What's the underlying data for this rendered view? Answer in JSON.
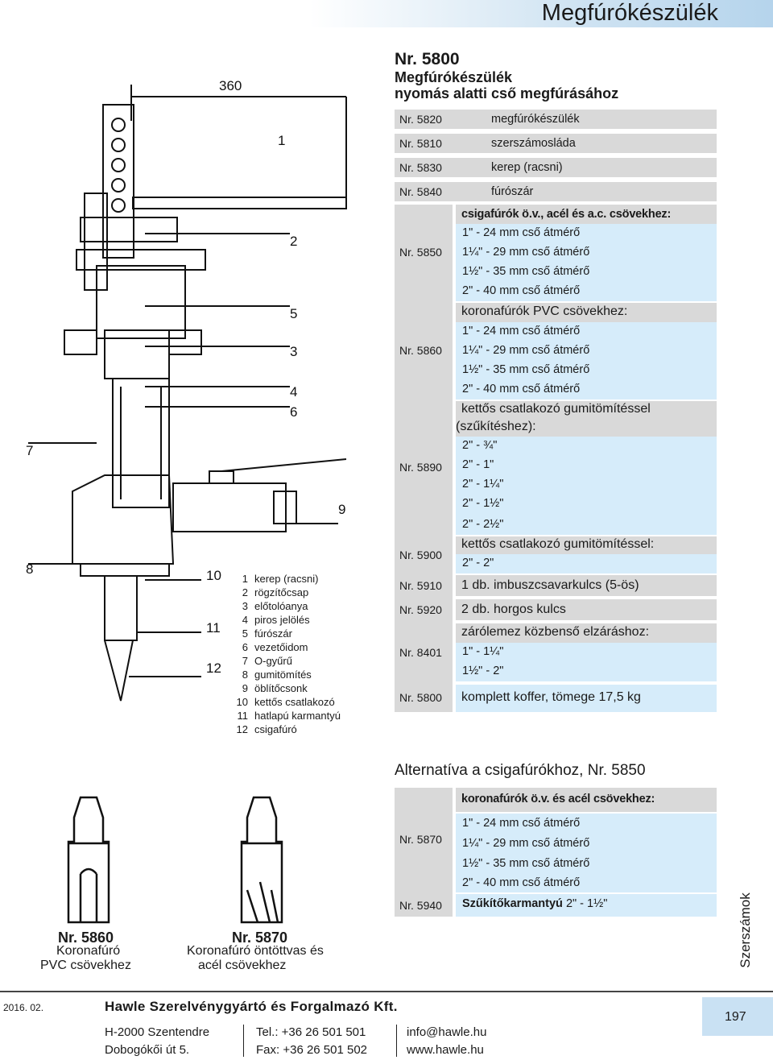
{
  "header": {
    "title": "Megfúrókészülék"
  },
  "product": {
    "nr": "Nr. 5800",
    "title_line1": "Megfúrókészülék",
    "title_line2": "nyomás alatti cső megfúrásához"
  },
  "drawing": {
    "dimension": "360",
    "callouts": [
      "1",
      "2",
      "5",
      "3",
      "4",
      "6",
      "7",
      "8",
      "9",
      "10",
      "11",
      "12"
    ]
  },
  "legend": [
    {
      "n": "1",
      "text": "kerep (racsni)"
    },
    {
      "n": "2",
      "text": "rögzítőcsap"
    },
    {
      "n": "3",
      "text": "előtolóanya"
    },
    {
      "n": "4",
      "text": "piros jelölés"
    },
    {
      "n": "5",
      "text": "fúrószár"
    },
    {
      "n": "6",
      "text": "vezetőidom"
    },
    {
      "n": "7",
      "text": "O-gyűrű"
    },
    {
      "n": "8",
      "text": "gumitömítés"
    },
    {
      "n": "9",
      "text": "öblítőcsonk"
    },
    {
      "n": "10",
      "text": "kettős csatlakozó"
    },
    {
      "n": "11",
      "text": "hatlapú karmantyú"
    },
    {
      "n": "12",
      "text": "csigafúró"
    }
  ],
  "parts": [
    {
      "nr": "Nr. 5820",
      "desc": "megfúrókészülék"
    },
    {
      "nr": "Nr. 5810",
      "desc": "szerszámosláda"
    },
    {
      "nr": "Nr. 5830",
      "desc": "kerep (racsni)"
    },
    {
      "nr": "Nr. 5840",
      "desc": "fúrószár"
    }
  ],
  "s5850": {
    "nr": "Nr. 5850",
    "heading": "csigafúrók ö.v., acél és a.c. csövekhez:",
    "items": [
      "1\"  - 24 mm cső átmérő",
      "1¼\" - 29 mm cső átmérő",
      "1½\" - 35 mm cső átmérő",
      "2\"  - 40 mm cső átmérő"
    ]
  },
  "s5860": {
    "nr": "Nr. 5860",
    "heading": "koronafúrók PVC csövekhez:",
    "items": [
      "1\"  - 24 mm cső átmérő",
      "1¼\" - 29 mm cső átmérő",
      "1½\" - 35 mm cső átmérő",
      "2\"  - 40 mm cső átmérő"
    ]
  },
  "s5890": {
    "nr": "Nr. 5890",
    "heading1": "kettős csatlakozó gumitömítéssel",
    "heading2": "(szűkítéshez):",
    "items": [
      "2\" - ¾\"",
      "2\" - 1\"",
      "2\" - 1¼\"",
      "2\" - 1½\"",
      "2\" - 2½\""
    ]
  },
  "s5900": {
    "nr": "Nr. 5900",
    "heading": "kettős csatlakozó gumitömítéssel:",
    "item": "2\" - 2\""
  },
  "s5910": {
    "nr": "Nr. 5910",
    "desc": "1 db. imbuszcsavarkulcs (5-ös)"
  },
  "s5920": {
    "nr": "Nr. 5920",
    "desc": "2 db. horgos kulcs"
  },
  "s8401": {
    "nr": "Nr. 8401",
    "heading": "zárólemez közbenső elzáráshoz:",
    "items": [
      "1\" - 1¼\"",
      "1½\" - 2\""
    ]
  },
  "s5800": {
    "nr": "Nr. 5800",
    "desc": "komplett koffer, tömege 17,5 kg"
  },
  "alt": {
    "title": "Alternatíva a csigafúrókhoz, Nr. 5850",
    "heading": "koronafúrók ö.v. és acél csövekhez:",
    "nr5870": "Nr. 5870",
    "items": [
      "1\"  - 24 mm cső átmérő",
      "1¼\" - 29 mm cső átmérő",
      "1½\" - 35 mm cső átmérő",
      "2\"  - 40 mm cső átmérő"
    ],
    "nr5940": "Nr. 5940",
    "desc5940_bold": "Szűkítőkarmantyú",
    "desc5940": "2\" - 1½\""
  },
  "drill5860": {
    "nr": "Nr. 5860",
    "line1": "Koronafúró",
    "line2": "PVC csövekhez"
  },
  "drill5870": {
    "nr": "Nr. 5870",
    "line1": "Koronafúró öntöttvas és",
    "line2": "acél csövekhez"
  },
  "side_label": "Szerszámok",
  "footer": {
    "date": "2016. 02.",
    "company": "Hawle Szerelvénygyártó és Forgalmazó Kft.",
    "addr1": "H-2000 Szentendre",
    "addr2": "Dobogókői út 5.",
    "tel": "Tel.: +36 26 501 501",
    "fax": "Fax: +36 26 501 502",
    "email": "info@hawle.hu",
    "web": "www.hawle.hu",
    "page": "197"
  }
}
